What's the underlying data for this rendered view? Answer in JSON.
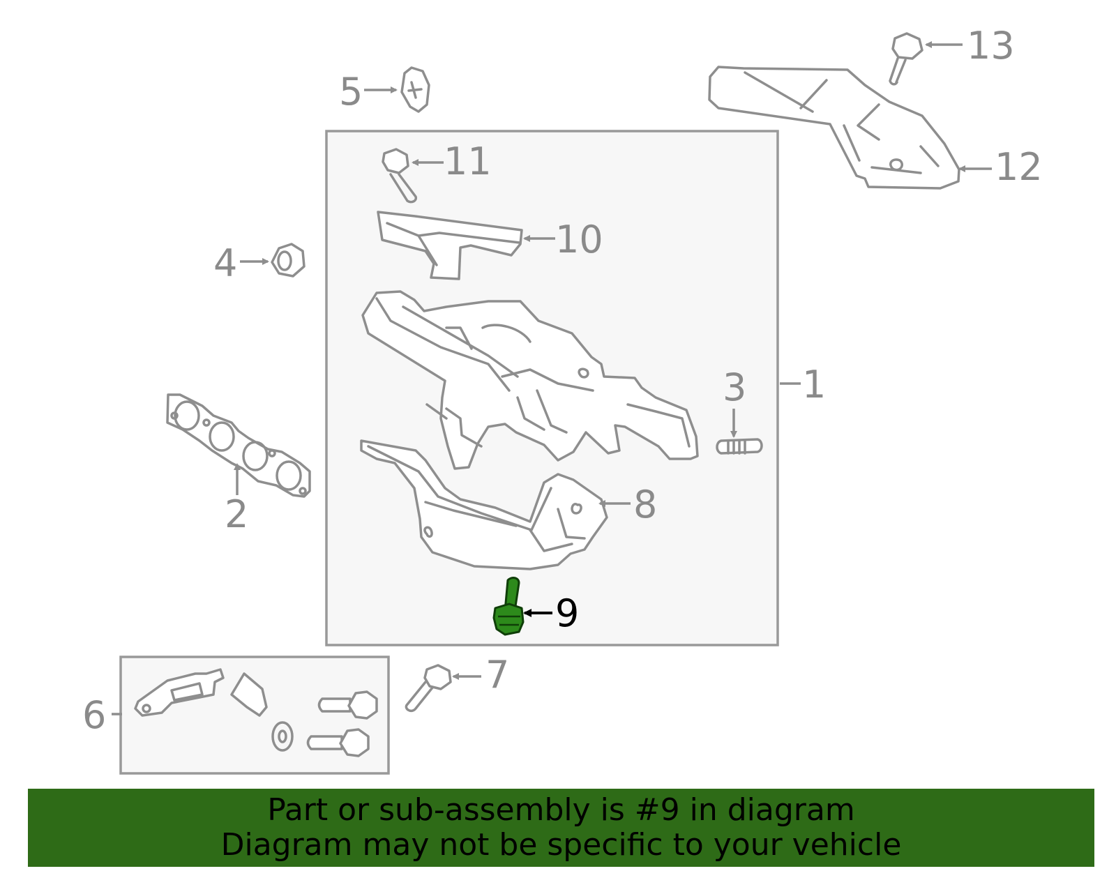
{
  "callouts": {
    "c1": "1",
    "c2": "2",
    "c3": "3",
    "c4": "4",
    "c5": "5",
    "c6": "6",
    "c7": "7",
    "c8": "8",
    "c9": "9",
    "c10": "10",
    "c11": "11",
    "c12": "12",
    "c13": "13"
  },
  "highlighted_part": "9",
  "banner": {
    "line1": "Part or sub-assembly is #9 in diagram",
    "line2": "Diagram may not be specific to your vehicle"
  },
  "colors": {
    "highlight": "#2d8a1b",
    "banner": "#2e6b17",
    "line": "#8e8e8e"
  }
}
